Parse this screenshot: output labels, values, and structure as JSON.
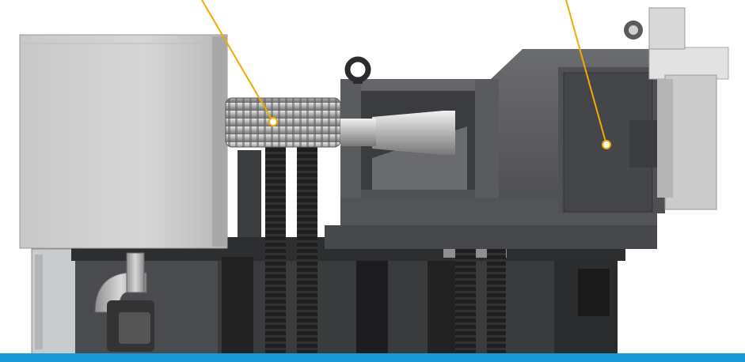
{
  "figure": {
    "subject": "injection-molding-machine-clamp-unit",
    "callouts": [
      {
        "target": "ball-screw-drive"
      },
      {
        "target": "moving-platen"
      }
    ]
  },
  "colors": {
    "accent": "#f2a900",
    "footer": "#1a9ad6",
    "frame": "#555659",
    "frame_dark": "#2b2b2d",
    "housing": "#cfcfcf",
    "metal": "#a9aaac"
  }
}
